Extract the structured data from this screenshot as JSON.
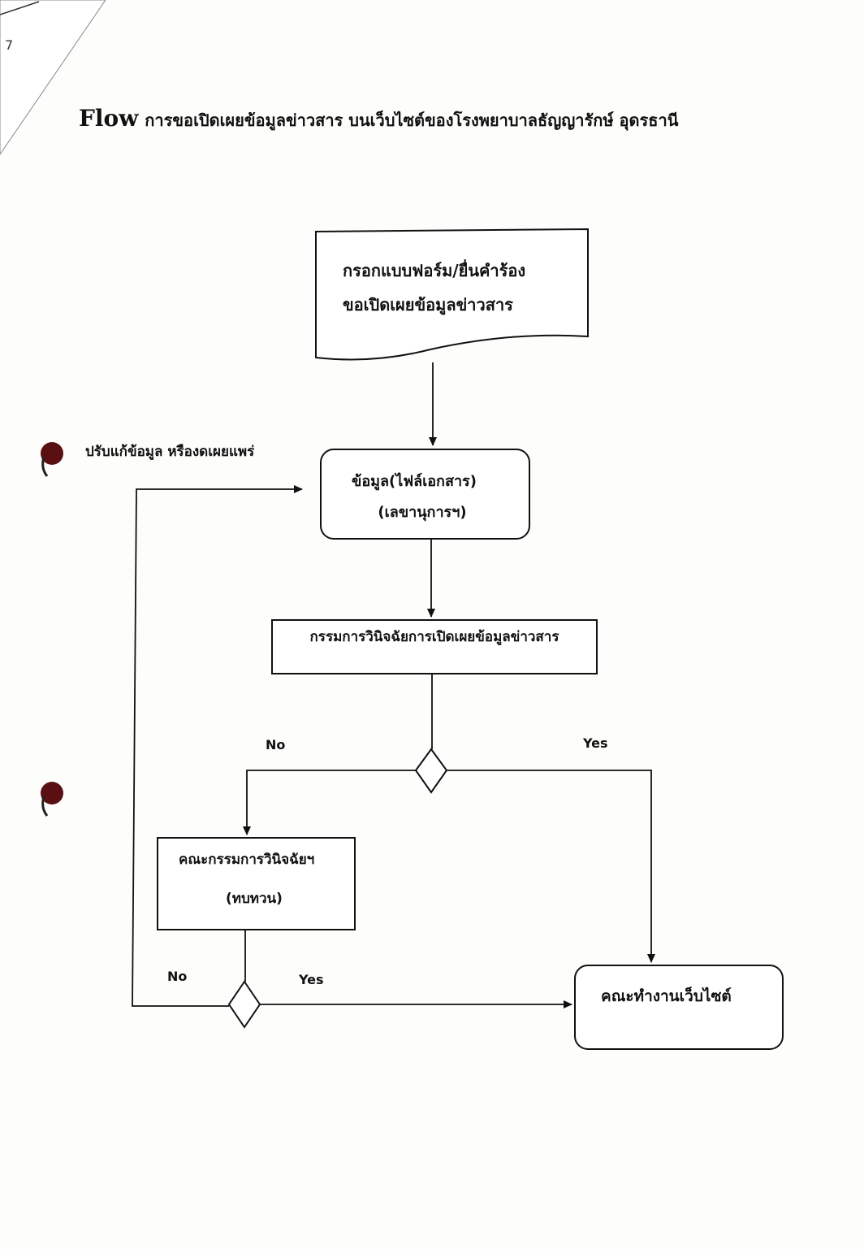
{
  "page": {
    "page_number": "7",
    "title_prefix": "Flow",
    "title_rest": "การขอเปิดเผยข้อมูลข่าวสาร บนเว็บไซต์ของโรงพยาบาลธัญญารักษ์ อุดรธานี"
  },
  "nodes": {
    "request_form": {
      "line1": "กรอกแบบฟอร์ม/ยื่นคำร้อง",
      "line2": "ขอเปิดเผยข้อมูลข่าวสาร"
    },
    "data_files": {
      "line1": "ข้อมูล(ไฟล์เอกสาร)",
      "line2": "(เลขานุการฯ)"
    },
    "decision_committee": {
      "label": "กรรมการวินิจฉัยการเปิดเผยข้อมูลข่าวสาร"
    },
    "review_committee": {
      "line1": "คณะกรรมการวินิจฉัยฯ",
      "line2": "(ทบทวน)"
    },
    "website_team": {
      "label": "คณะทำงานเว็บไซต์"
    }
  },
  "edges": {
    "decision1_no": "No",
    "decision1_yes": "Yes",
    "decision2_no": "No",
    "decision2_yes": "Yes"
  },
  "side_note": "ปรับแก้ข้อมูล หรืองดเผยแพร่",
  "colors": {
    "paper": "#fdfdfb",
    "ink": "#111111",
    "punch_hole": "#5a0f12"
  }
}
